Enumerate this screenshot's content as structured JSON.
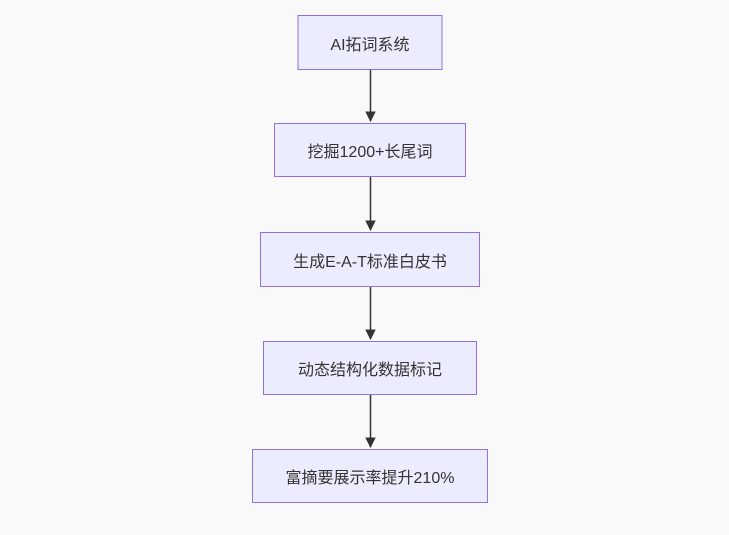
{
  "diagram": {
    "type": "flowchart",
    "direction": "top-down",
    "colors": {
      "background": "#f9f9f9",
      "node_fill": "#ECECFF",
      "node_border": "#9370DB",
      "node_text": "#333333",
      "arrow": "#333333"
    },
    "nodes": [
      {
        "id": "step-1",
        "label": "AI拓词系统"
      },
      {
        "id": "step-2",
        "label": "挖掘1200+长尾词"
      },
      {
        "id": "step-3",
        "label": "生成E-A-T标准白皮书"
      },
      {
        "id": "step-4",
        "label": "动态结构化数据标记"
      },
      {
        "id": "step-5",
        "label": "富摘要展示率提升210%"
      }
    ],
    "edges": [
      {
        "from": "step-1",
        "to": "step-2"
      },
      {
        "from": "step-2",
        "to": "step-3"
      },
      {
        "from": "step-3",
        "to": "step-4"
      },
      {
        "from": "step-4",
        "to": "step-5"
      }
    ]
  }
}
